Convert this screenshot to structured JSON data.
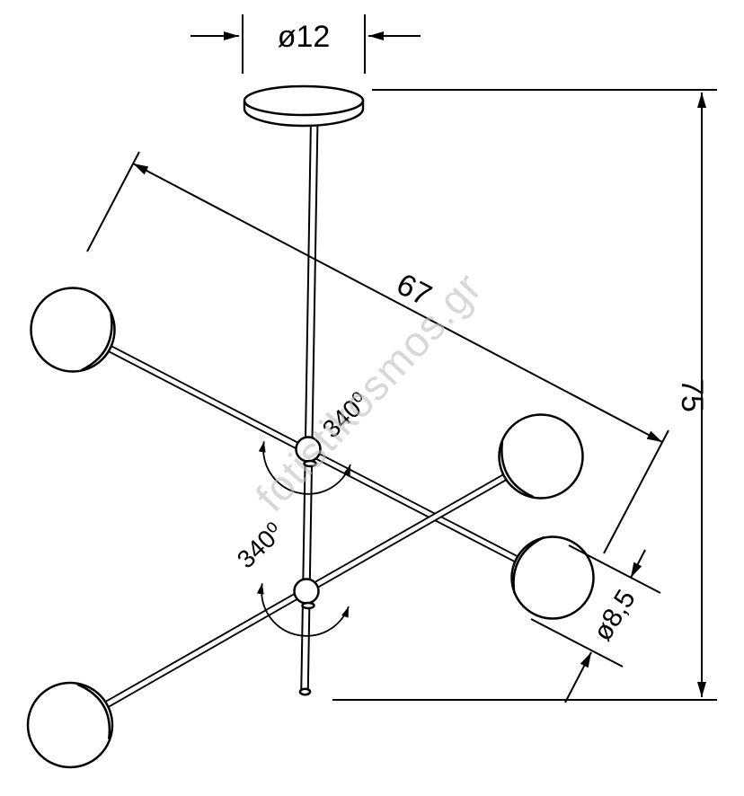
{
  "drawing": {
    "title": "ceiling-lamp-technical-drawing",
    "watermark": "fotistikosmos.gr",
    "labels": {
      "canopy_diameter": "ø12",
      "arm_length": "67",
      "overall_height": "75",
      "shade_diameter": "ø8,5",
      "upper_rotation": "340⁰",
      "lower_rotation": "340⁰"
    },
    "colors": {
      "line": "#000000",
      "background": "#ffffff",
      "watermark": "#bcbcbc"
    }
  }
}
